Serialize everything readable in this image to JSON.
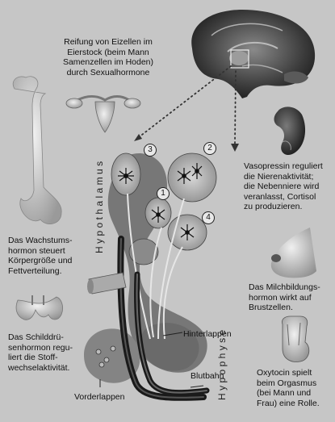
{
  "labels": {
    "ovary_text": "Reifung von Eizellen im\nEierstock (beim Mann\nSamenzellen im Hoden)\ndurch Sexualhormone",
    "bone_text": "Das Wachstums-\nhormon steuert\nKörpergröße und\nFettverteilung.",
    "thyroid_text": "Das Schilddrü-\nsenhormon regu-\nliert die Stoff-\nwechselaktivität.",
    "kidney_text": "Vasopressin reguliert\ndie Nierenaktivität;\ndie Nebenniere wird\nveranlasst, Cortisol\nzu produzieren.",
    "breast_text": "Das Milchbildungs-\nhormon wirkt auf\nBrustzellen.",
    "uterus_text": "Oxytocin spielt\nbeim Orgasmus\n(bei Mann und\nFrau) eine Rolle.",
    "hypothalamus": "Hypothalamus",
    "hypophyse": "Hypophyse",
    "hinterlappen": "Hinterlappen",
    "blutbahn": "Blutbahn",
    "vorderlappen": "Vorderlappen"
  },
  "markers": [
    "1",
    "2",
    "3",
    "4"
  ]
}
